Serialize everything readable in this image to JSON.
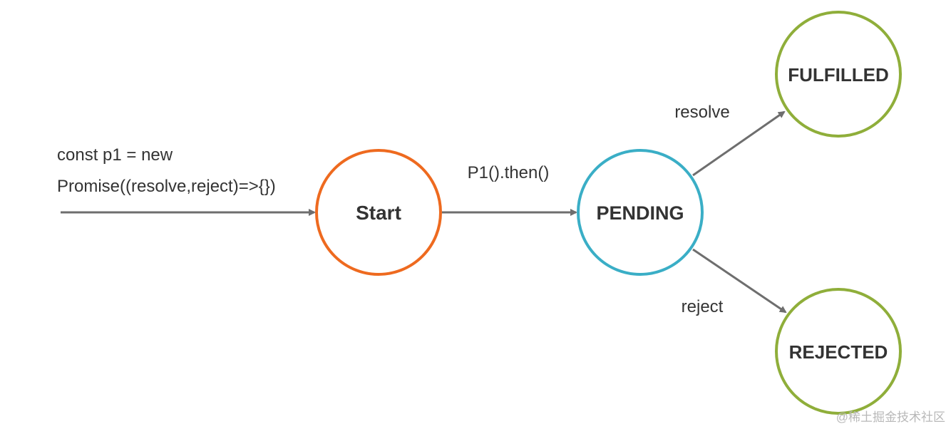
{
  "intro": {
    "line1": "const p1 = new",
    "line2": "Promise((resolve,reject)=>{})"
  },
  "nodes": {
    "start": {
      "label": "Start",
      "color": "#ee6a1f"
    },
    "pending": {
      "label": "PENDING",
      "color": "#3aaec6"
    },
    "fulfilled": {
      "label": "FULFILLED",
      "color": "#8fae3a"
    },
    "rejected": {
      "label": "REJECTED",
      "color": "#8fae3a"
    }
  },
  "edges": {
    "start_to_pending": "P1().then()",
    "pending_to_fulfilled": "resolve",
    "pending_to_rejected": "reject"
  },
  "colors": {
    "arrow": "#6e6e6e",
    "text": "#333333"
  },
  "watermark": "@稀土掘金技术社区"
}
